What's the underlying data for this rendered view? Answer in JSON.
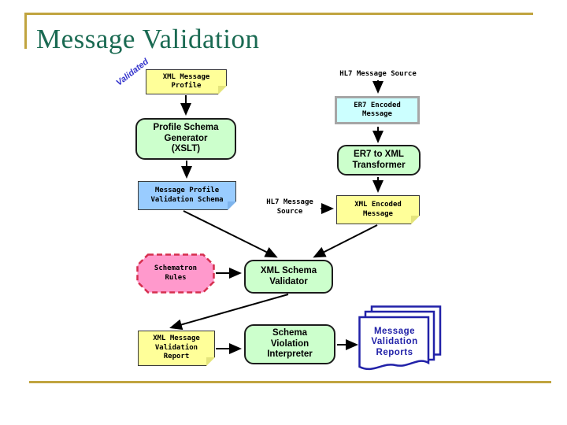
{
  "title": "Message Validation",
  "annotations": {
    "validated": "Validated"
  },
  "labels": {
    "hl7_message_source_top": "HL7 Message Source",
    "hl7_message_source_mid": "HL7 Message\nSource"
  },
  "nodes": {
    "xml_message_profile": {
      "label": "XML Message\nProfile"
    },
    "er7_encoded_message": {
      "label": "ER7 Encoded\nMessage"
    },
    "er7_to_xml_transformer": {
      "label": "ER7 to XML\nTransformer"
    },
    "profile_schema_generator": {
      "label": "Profile Schema\nGenerator\n(XSLT)"
    },
    "message_profile_validation_schema": {
      "label": "Message Profile\nValidation Schema"
    },
    "xml_encoded_message": {
      "label": "XML Encoded\nMessage"
    },
    "schematron_rules": {
      "label": "Schematron\nRules"
    },
    "xml_schema_validator": {
      "label": "XML Schema\nValidator"
    },
    "xml_message_validation_report": {
      "label": "XML Message\nValidation\nReport"
    },
    "schema_violation_interpreter": {
      "label": "Schema\nViolation\nInterpreter"
    },
    "message_validation_reports": {
      "label": "Message\nValidation\nReports"
    }
  },
  "edges": [
    {
      "from": "xml_message_profile",
      "to": "profile_schema_generator"
    },
    {
      "from": "hl7_message_source_top",
      "to": "er7_encoded_message"
    },
    {
      "from": "er7_encoded_message",
      "to": "er7_to_xml_transformer"
    },
    {
      "from": "er7_to_xml_transformer",
      "to": "xml_encoded_message"
    },
    {
      "from": "profile_schema_generator",
      "to": "message_profile_validation_schema"
    },
    {
      "from": "message_profile_validation_schema",
      "to": "xml_schema_validator"
    },
    {
      "from": "hl7_message_source_mid",
      "to": "xml_encoded_message"
    },
    {
      "from": "xml_encoded_message",
      "to": "xml_schema_validator"
    },
    {
      "from": "schematron_rules",
      "to": "xml_schema_validator"
    },
    {
      "from": "xml_schema_validator",
      "to": "xml_message_validation_report"
    },
    {
      "from": "xml_message_validation_report",
      "to": "schema_violation_interpreter"
    },
    {
      "from": "schema_violation_interpreter",
      "to": "message_validation_reports"
    }
  ],
  "colors": {
    "title_green": "#1A6A52",
    "accent_gold": "#C0A43F",
    "note_yellow": "#FFFF99",
    "process_green": "#CCFFCC",
    "message_cyan": "#CCFFFF",
    "schema_blue": "#99CCFF",
    "rules_pink": "#FF99CC",
    "rules_border_red": "#D62E4E",
    "report_blue": "#2121A8",
    "validated_blue": "#3333CC",
    "arrow_black": "#000000"
  }
}
